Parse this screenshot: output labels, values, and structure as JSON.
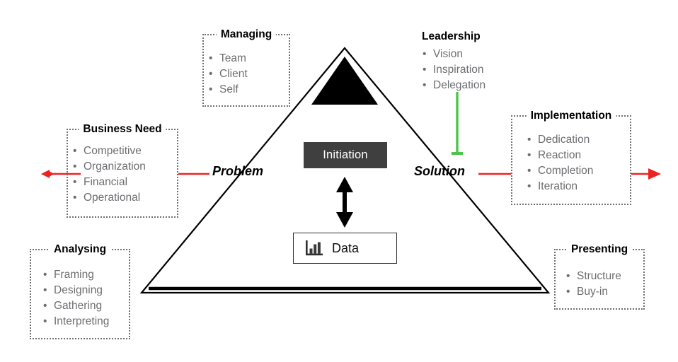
{
  "diagram": {
    "title_hidden": "",
    "colors": {
      "axis_red": "#ee2222",
      "leadership_green": "#4ec44e",
      "initiation_fill": "#3f3f3f",
      "bullet_text": "#6d6e71",
      "panel_border": "#6f7072",
      "triangle_stroke": "#000000"
    }
  },
  "panels": [
    {
      "key": "managing",
      "title": "Managing",
      "bullets": [
        "Team",
        "Client",
        "Self"
      ],
      "bordered": true
    },
    {
      "key": "leadership",
      "title": "Leadership",
      "bullets": [
        "Vision",
        "Inspiration",
        "Delegation"
      ],
      "bordered": false
    },
    {
      "key": "business_need",
      "title": "Business Need",
      "bullets": [
        "Competitive",
        "Organization",
        "Financial",
        "Operational"
      ],
      "bordered": true
    },
    {
      "key": "implementation",
      "title": "Implementation",
      "bullets": [
        "Dedication",
        "Reaction",
        "Completion",
        "Iteration"
      ],
      "bordered": true
    },
    {
      "key": "analysing",
      "title": "Analysing",
      "bullets": [
        "Framing",
        "Designing",
        "Gathering",
        "Interpreting"
      ],
      "bordered": true
    },
    {
      "key": "presenting",
      "title": "Presenting",
      "bullets": [
        "Structure",
        "Buy-in"
      ],
      "bordered": true
    }
  ],
  "center": {
    "initiation_label": "Initiation",
    "data_label": "Data",
    "data_icon": "bar-chart-icon"
  },
  "axis": {
    "problem_label": "Problem",
    "solution_label": "Solution",
    "left_arrow_icon": "left-arrow-icon",
    "right_arrow_icon": "right-arrow-icon"
  },
  "shapes": {
    "outer_triangle": "outline-triangle",
    "apex_triangle": "filled-triangle",
    "base_double_line": "double-line-base",
    "vertical_double_arrow": "double-headed-arrow",
    "leadership_connector": "green-connector-line"
  }
}
